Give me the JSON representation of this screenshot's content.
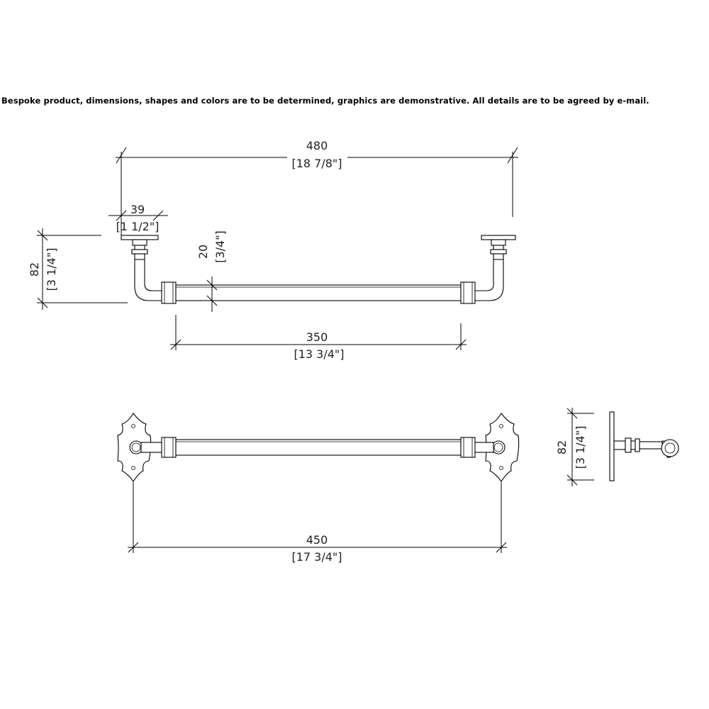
{
  "notice": "Bespoke product, dimensions, shapes and colors are to be determined, graphics are demonstrative. All details are to be agreed by e-mail.",
  "dimensions": {
    "overall_width": {
      "mm": "480",
      "inch": "[18 7/8\"]"
    },
    "bracket_width": {
      "mm": "39",
      "inch": "[1 1/2\"]"
    },
    "projection_front": {
      "mm": "82",
      "inch": "[3 1/4\"]"
    },
    "bar_diameter": {
      "mm": "20",
      "inch": "[3/4\"]"
    },
    "bar_length": {
      "mm": "350",
      "inch": "[13 3/4\"]"
    },
    "mount_spacing": {
      "mm": "450",
      "inch": "[17 3/4\"]"
    },
    "projection_side": {
      "mm": "82",
      "inch": "[3 1/4\"]"
    }
  }
}
